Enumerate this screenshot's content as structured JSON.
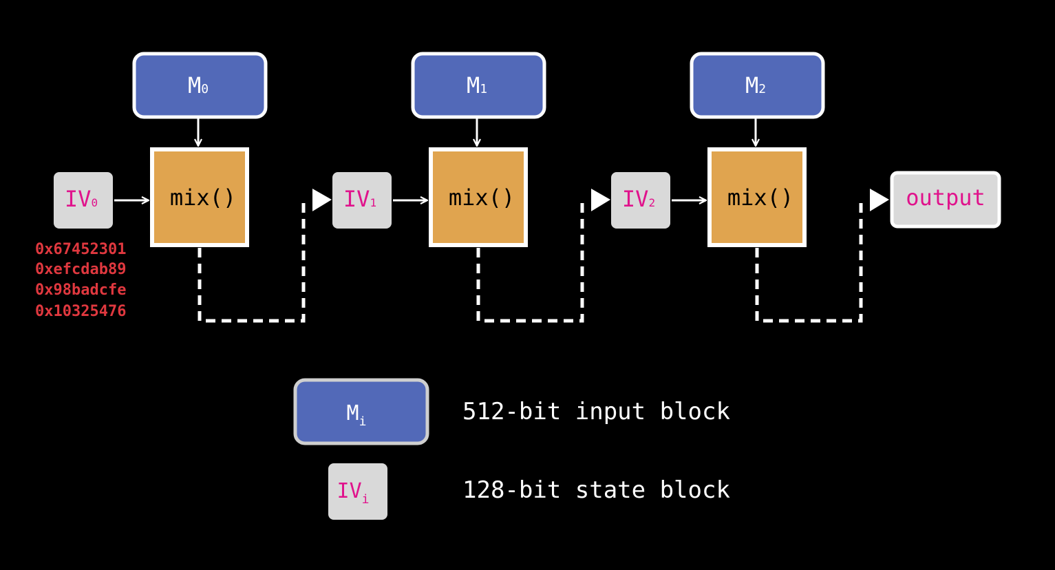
{
  "colors": {
    "background": "#000000",
    "message_block_fill": "#5269b8",
    "message_block_border": "#ffffff",
    "mix_fill": "#e0a44f",
    "mix_border": "#ffffff",
    "state_fill": "#d9d9d9",
    "state_text": "#e0138c",
    "init_constants": "#e0383f",
    "line": "#ffffff",
    "legend_message_border": "#cfcfcf"
  },
  "stages": [
    {
      "message_base": "M",
      "message_sub": "0",
      "mix_label": "mix()",
      "state_in_base": "IV",
      "state_in_sub": "0"
    },
    {
      "message_base": "M",
      "message_sub": "1",
      "mix_label": "mix()",
      "state_in_base": "IV",
      "state_in_sub": "1"
    },
    {
      "message_base": "M",
      "message_sub": "2",
      "mix_label": "mix()",
      "state_in_base": "IV",
      "state_in_sub": "2"
    }
  ],
  "output_label": "output",
  "initial_constants": [
    "0x67452301",
    "0xefcdab89",
    "0x98badcfe",
    "0x10325476"
  ],
  "legend": {
    "message": {
      "base": "M",
      "sub": "i",
      "description": "512-bit input block"
    },
    "state": {
      "base": "IV",
      "sub": "i",
      "description": "128-bit state block"
    }
  }
}
